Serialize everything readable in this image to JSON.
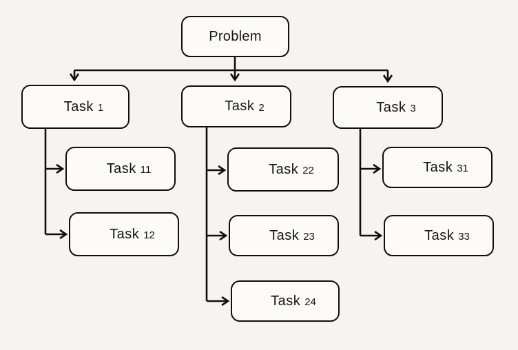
{
  "diagram": {
    "description": "Problem decomposition tree diagram",
    "colors": {
      "background": "#f5f4f1",
      "node_fill": "#fcfbfa",
      "node_border": "#0f0f0f",
      "connector": "#0f0f0f",
      "text": "#141414"
    },
    "nodes": {
      "problem": {
        "label": "Problem"
      },
      "task1": {
        "label": "Task",
        "number": "1"
      },
      "task2": {
        "label": "Task",
        "number": "2"
      },
      "task3": {
        "label": "Task",
        "number": "3"
      },
      "task11": {
        "label": "Task",
        "number": "11"
      },
      "task12": {
        "label": "Task",
        "number": "12"
      },
      "task22": {
        "label": "Task",
        "number": "22"
      },
      "task23": {
        "label": "Task",
        "number": "23"
      },
      "task24": {
        "label": "Task",
        "number": "24"
      },
      "task31": {
        "label": "Task",
        "number": "31"
      },
      "task33": {
        "label": "Task",
        "number": "33"
      }
    },
    "edges": [
      {
        "from": "Problem",
        "to": "Task 1"
      },
      {
        "from": "Problem",
        "to": "Task 2"
      },
      {
        "from": "Problem",
        "to": "Task 3"
      },
      {
        "from": "Task 1",
        "to": "Task 11"
      },
      {
        "from": "Task 1",
        "to": "Task 12"
      },
      {
        "from": "Task 2",
        "to": "Task 22"
      },
      {
        "from": "Task 2",
        "to": "Task 23"
      },
      {
        "from": "Task 2",
        "to": "Task 24"
      },
      {
        "from": "Task 3",
        "to": "Task 31"
      },
      {
        "from": "Task 3",
        "to": "Task 33"
      }
    ]
  }
}
